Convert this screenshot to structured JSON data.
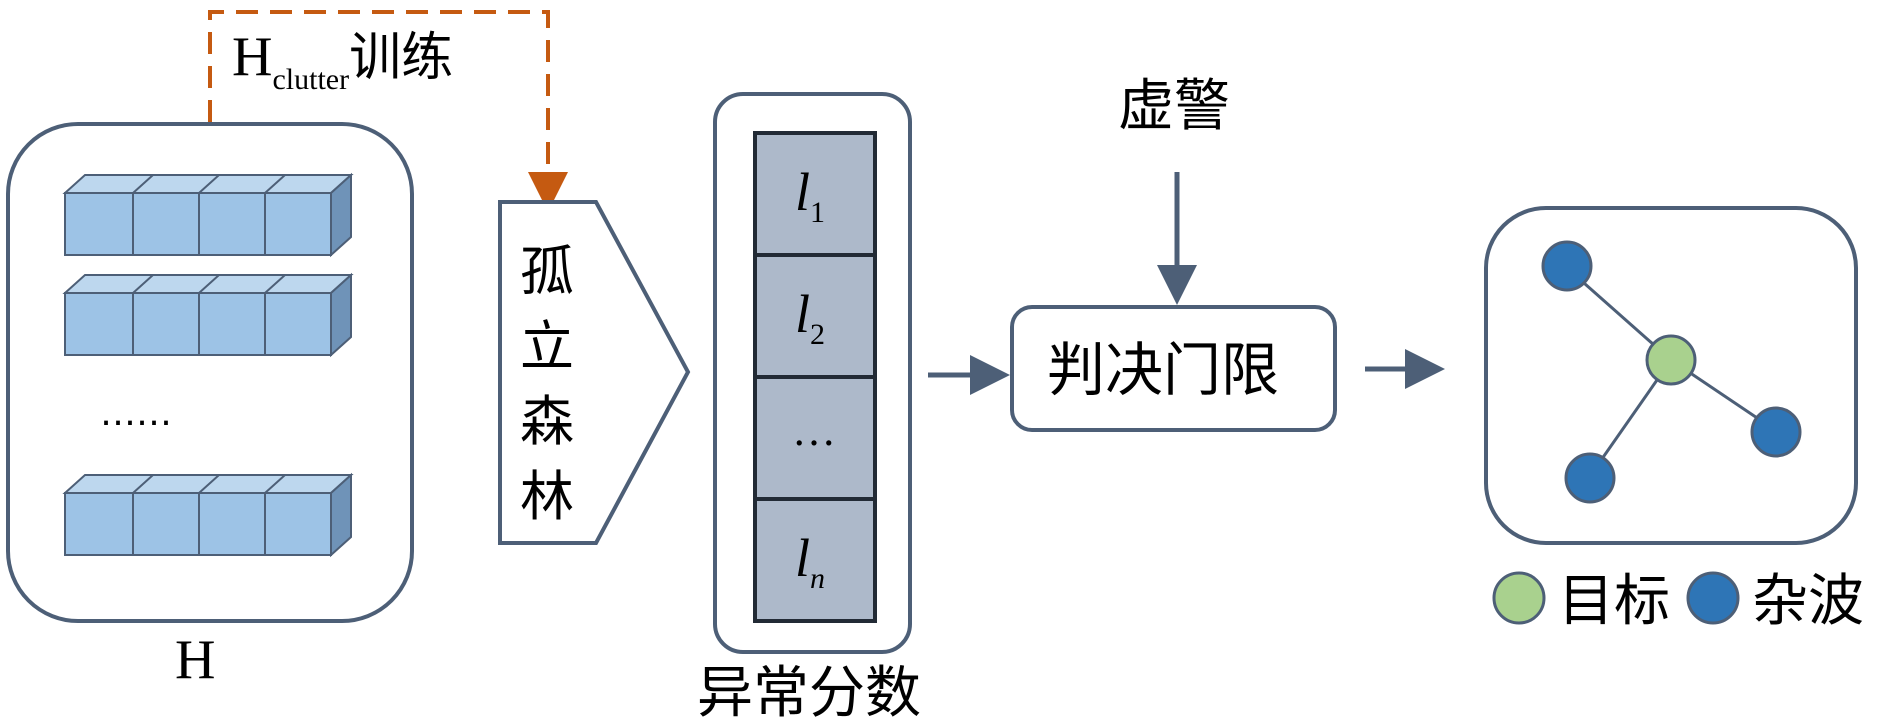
{
  "input": {
    "train_label_main": "H",
    "train_label_sub": "clutter",
    "train_label_suffix": "训练",
    "ellipsis": "……",
    "caption": "H"
  },
  "forest": {
    "chars": [
      "孤",
      "立",
      "森",
      "林"
    ]
  },
  "scores": {
    "cells": [
      {
        "main": "l",
        "sub": "1"
      },
      {
        "main": "l",
        "sub": "2"
      },
      {
        "main": "…",
        "sub": ""
      },
      {
        "main": "l",
        "sub": "n"
      }
    ],
    "caption": "异常分数"
  },
  "threshold": {
    "label": "判决门限",
    "input_label": "虚警"
  },
  "legend": {
    "target_label": "目标",
    "clutter_label": "杂波"
  },
  "colors": {
    "frame": "#4d5f77",
    "cube_face": "#9dc3e6",
    "cube_side": "#6f93b8",
    "training_arrow": "#c55a11",
    "score_fill": "#adb9ca",
    "target_node": "#a9d18e",
    "clutter_node": "#2e75b6"
  }
}
